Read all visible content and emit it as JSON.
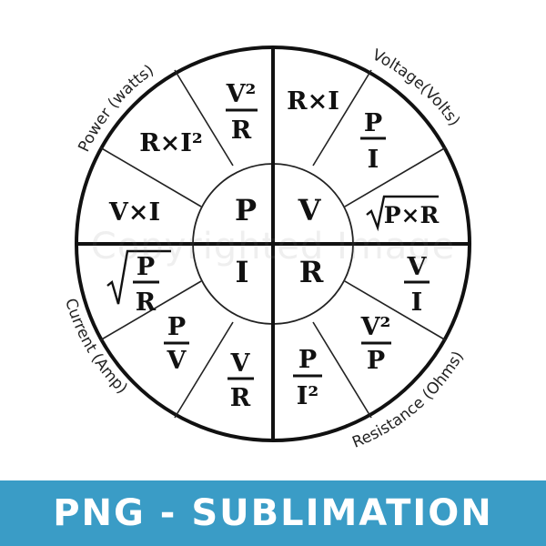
{
  "wheel": {
    "center_letters": {
      "p": "P",
      "v": "V",
      "i": "I",
      "r": "R"
    },
    "categories": {
      "power": "Power (watts)",
      "voltage": "Voltage(Volts)",
      "current": "Current (Amp)",
      "resistance": "Resistance (Ohms)"
    },
    "power_formulas": {
      "v_squared_over_r_num": "V²",
      "v_squared_over_r_den": "R",
      "r_i_squared": "R×I²",
      "v_times_i": "V×I"
    },
    "voltage_formulas": {
      "r_times_i": "R×I",
      "p_over_i_num": "P",
      "p_over_i_den": "I",
      "sqrt_p_r": "P×R"
    },
    "current_formulas": {
      "sqrt_p_over_r_num": "P",
      "sqrt_p_over_r_den": "R",
      "p_over_v_num": "P",
      "p_over_v_den": "V",
      "v_over_r_num": "V",
      "v_over_r_den": "R"
    },
    "resistance_formulas": {
      "v_over_i_num": "V",
      "v_over_i_den": "I",
      "v2_over_p_num": "V²",
      "v2_over_p_den": "P",
      "p_over_i2_num": "P",
      "p_over_i2_den": "I²"
    }
  },
  "watermark": "Copyrighted Image",
  "banner": {
    "text": "PNG - SUBLIMATION",
    "color": "#3a9cc6"
  },
  "colors": {
    "ink": "#111111",
    "banner_bg": "#3a9cc6",
    "banner_text": "#ffffff"
  }
}
